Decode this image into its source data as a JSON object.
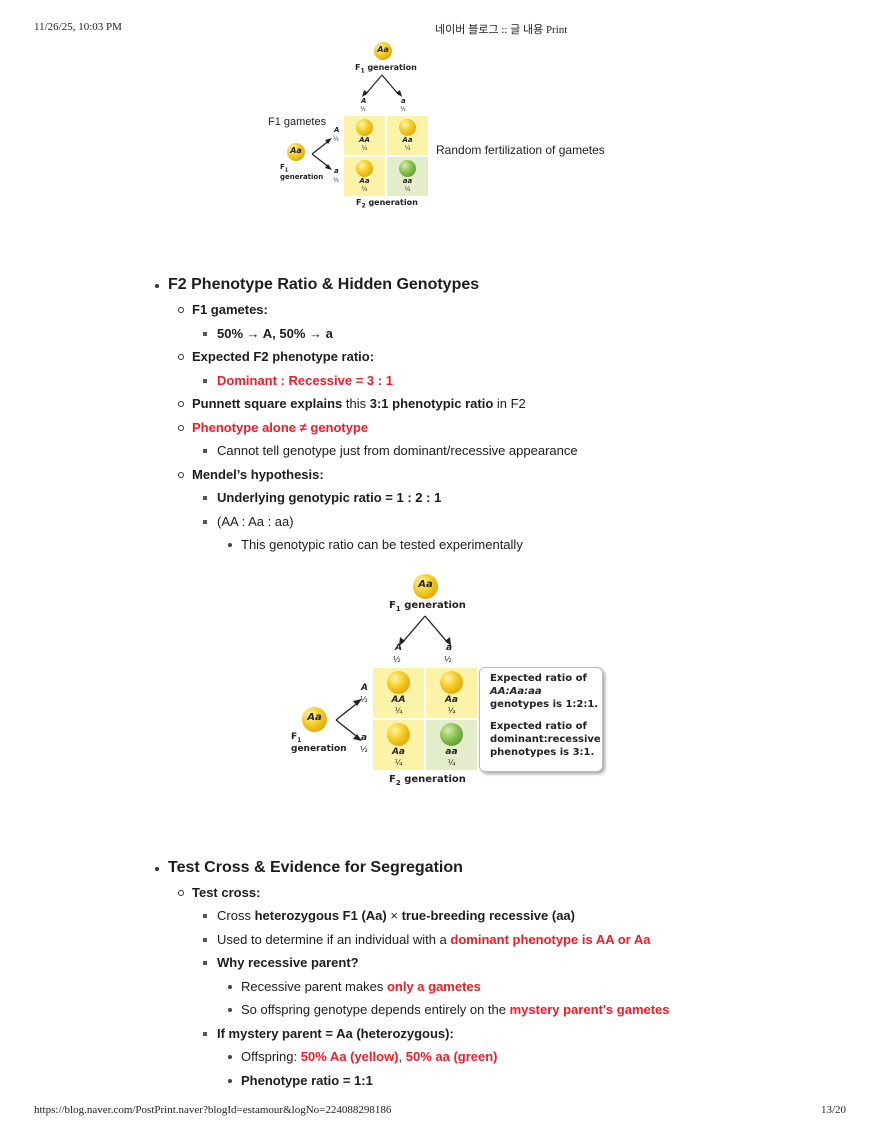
{
  "print_header": {
    "datetime": "11/26/25, 10:03 PM",
    "title": "네이버 블로그 :: 글 내용 Print"
  },
  "print_footer": {
    "url": "https://blog.naver.com/PostPrint.naver?blogId=estamour&logNo=224088298186",
    "page": "13/20"
  },
  "figure1": {
    "top_parent": "Aa",
    "top_label_prefix": "F",
    "top_label_sub": "1",
    "top_label_suffix": " generation",
    "col_gametes": [
      {
        "allele": "A",
        "freq": "½"
      },
      {
        "allele": "a",
        "freq": "½"
      }
    ],
    "row_gametes": [
      {
        "allele": "A",
        "freq": "½"
      },
      {
        "allele": "a",
        "freq": "½"
      }
    ],
    "side_parent": "Aa",
    "side_label_line1_prefix": "F",
    "side_label_line1_sub": "1",
    "side_label_line2": "generation",
    "f1_gametes_caption": "F1 gametes",
    "cells": [
      {
        "genotype": "AA",
        "freq": "¼",
        "color": "yellow"
      },
      {
        "genotype": "Aa",
        "freq": "¼",
        "color": "yellow"
      },
      {
        "genotype": "Aa",
        "freq": "¼",
        "color": "yellow"
      },
      {
        "genotype": "aa",
        "freq": "¼",
        "color": "green"
      }
    ],
    "bottom_label_prefix": "F",
    "bottom_label_sub": "2",
    "bottom_label_suffix": " generation",
    "caption_right": "Random fertilization of gametes"
  },
  "section1": {
    "heading": "F2 Phenotype Ratio & Hidden Genotypes",
    "f1_gametes_label": "F1 gametes:",
    "f1_gametes_value": "50% → A, 50% → a",
    "expected_label": "Expected F2 phenotype ratio:",
    "expected_value": "Dominant : Recessive = 3 : 1",
    "punnett_bold1": "Punnett square explains",
    "punnett_text1": " this ",
    "punnett_bold2": "3:1 phenotypic ratio",
    "punnett_text2": " in F2",
    "phenotype_alone": "Phenotype alone ≠ genotype",
    "cannot_tell": "Cannot tell genotype just from dominant/recessive appearance",
    "mendel_label": "Mendel’s hypothesis:",
    "underlying": "Underlying genotypic ratio = 1 : 2 : 1",
    "aa_ratio": "(AA : Aa : aa)",
    "tested": "This genotypic ratio can be tested experimentally"
  },
  "figure2": {
    "top_parent": "Aa",
    "top_label_prefix": "F",
    "top_label_sub": "1",
    "top_label_suffix": " generation",
    "col_gametes": [
      {
        "allele": "A",
        "freq": "½"
      },
      {
        "allele": "a",
        "freq": "½"
      }
    ],
    "row_gametes": [
      {
        "allele": "A",
        "freq": "½"
      },
      {
        "allele": "a",
        "freq": "½"
      }
    ],
    "side_parent": "Aa",
    "side_label_line1_prefix": "F",
    "side_label_line1_sub": "1",
    "side_label_line2": "generation",
    "cells": [
      {
        "genotype": "AA",
        "freq": "¼",
        "color": "yellow"
      },
      {
        "genotype": "Aa",
        "freq": "¼",
        "color": "yellow"
      },
      {
        "genotype": "Aa",
        "freq": "¼",
        "color": "yellow"
      },
      {
        "genotype": "aa",
        "freq": "¼",
        "color": "green"
      }
    ],
    "bottom_label_prefix": "F",
    "bottom_label_sub": "2",
    "bottom_label_suffix": " generation",
    "callout1_line1": "Expected ratio of",
    "callout1_line2": "AA:Aa:aa",
    "callout1_line3": "genotypes is 1:2:1.",
    "callout2_line1": "Expected ratio of",
    "callout2_line2": "dominant:recessive",
    "callout2_line3": "phenotypes is 3:1."
  },
  "section2": {
    "heading": "Test Cross & Evidence for Segregation",
    "test_cross_label": "Test cross:",
    "cross_text1": "Cross ",
    "cross_bold1": "heterozygous F1 (Aa)",
    "cross_text2": " × ",
    "cross_bold2": "true-breeding recessive (aa)",
    "used_text": "Used to determine if an individual with a ",
    "used_red": "dominant phenotype is AA or Aa",
    "why_label": "Why recessive parent?",
    "recessive_text": "Recessive parent makes ",
    "recessive_red": "only a gametes",
    "so_text": "So offspring genotype depends entirely on the ",
    "so_red": "mystery parent's gametes",
    "if_label": "If mystery parent = Aa (heterozygous):",
    "offspring_text": "Offspring: ",
    "offspring_red1": "50% Aa (yellow)",
    "offspring_comma": ", ",
    "offspring_red2": "50% aa (green)",
    "phenotype_ratio": "Phenotype ratio = 1:1"
  },
  "colors": {
    "accent_red": "#ee1c25",
    "punnett_yellow": "#fbf3a8",
    "punnett_green": "#e4edc9"
  }
}
